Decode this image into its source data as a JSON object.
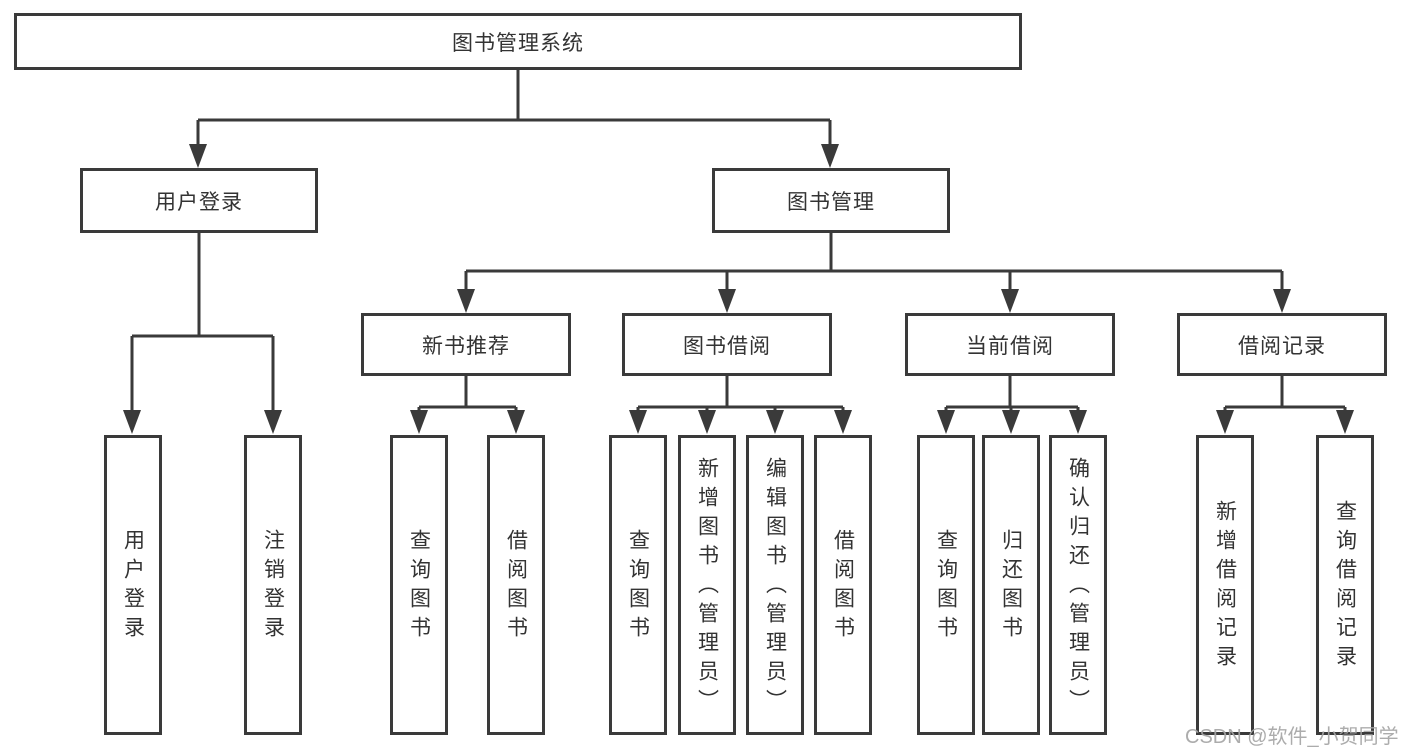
{
  "title": "图书管理系统",
  "watermark": "CSDN @软件_小贺同学",
  "colors": {
    "line": "#3a3a3a",
    "box_border": "#3a3a3a",
    "box_background": "#ffffff",
    "text": "#333333",
    "watermark": "#a5a5a5"
  },
  "tree": {
    "label": "图书管理系统",
    "children": [
      {
        "label": "用户登录",
        "children": [
          {
            "label": "用户登录"
          },
          {
            "label": "注销登录"
          }
        ]
      },
      {
        "label": "图书管理",
        "children": [
          {
            "label": "新书推荐",
            "children": [
              {
                "label": "查询图书"
              },
              {
                "label": "借阅图书"
              }
            ]
          },
          {
            "label": "图书借阅",
            "children": [
              {
                "label": "查询图书"
              },
              {
                "label": "新增图书（管理员）"
              },
              {
                "label": "编辑图书（管理员）"
              },
              {
                "label": "借阅图书"
              }
            ]
          },
          {
            "label": "当前借阅",
            "children": [
              {
                "label": "查询图书"
              },
              {
                "label": "归还图书"
              },
              {
                "label": "确认归还（管理员）"
              }
            ]
          },
          {
            "label": "借阅记录",
            "children": [
              {
                "label": "新增借阅记录"
              },
              {
                "label": "查询借阅记录"
              }
            ]
          }
        ]
      }
    ]
  }
}
